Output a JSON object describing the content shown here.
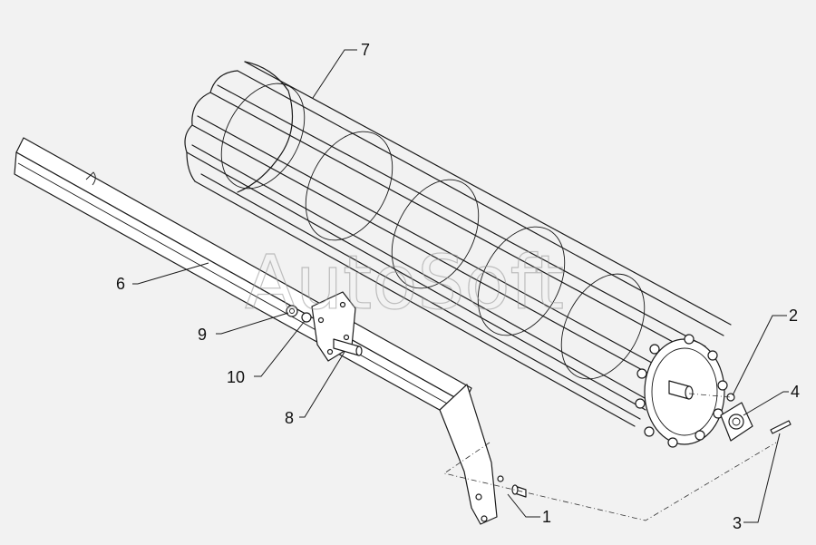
{
  "watermark": "AutoSoft",
  "callouts": {
    "c1": "1",
    "c2": "2",
    "c3": "3",
    "c4": "4",
    "c6": "6",
    "c7": "7",
    "c8": "8",
    "c9": "9",
    "c10": "10"
  },
  "colors": {
    "background": "#f2f2f2",
    "line": "#1a1a1a",
    "part_fill": "#ffffff"
  }
}
